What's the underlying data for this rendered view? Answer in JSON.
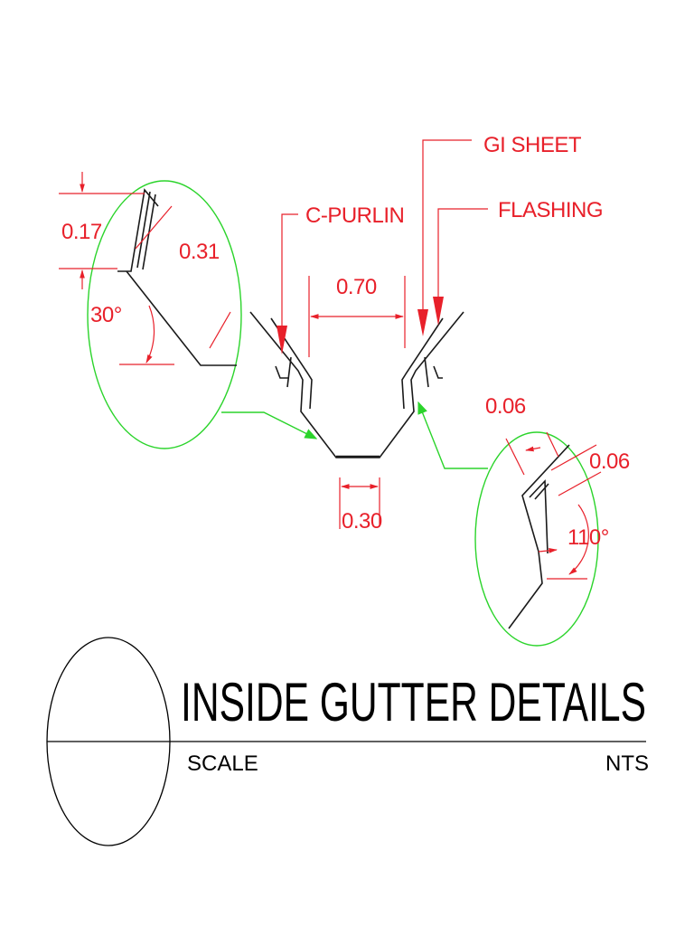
{
  "title": "INSIDE GUTTER DETAILS",
  "scale_label": "SCALE",
  "scale_value": "NTS",
  "callouts": {
    "gi_sheet": "GI SHEET",
    "c_purlin": "C-PURLIN",
    "flashing": "FLASHING"
  },
  "dimensions": {
    "top_width": "0.70",
    "bottom_width": "0.30",
    "left_height": "0.17",
    "left_slope": "0.31",
    "left_angle": "30°",
    "right_lip_1": "0.06",
    "right_lip_2": "0.06",
    "right_angle": "110°"
  },
  "colors": {
    "annotation": "#e8202a",
    "detail_circle": "#2bd42b",
    "linework": "#1a1a1a"
  }
}
